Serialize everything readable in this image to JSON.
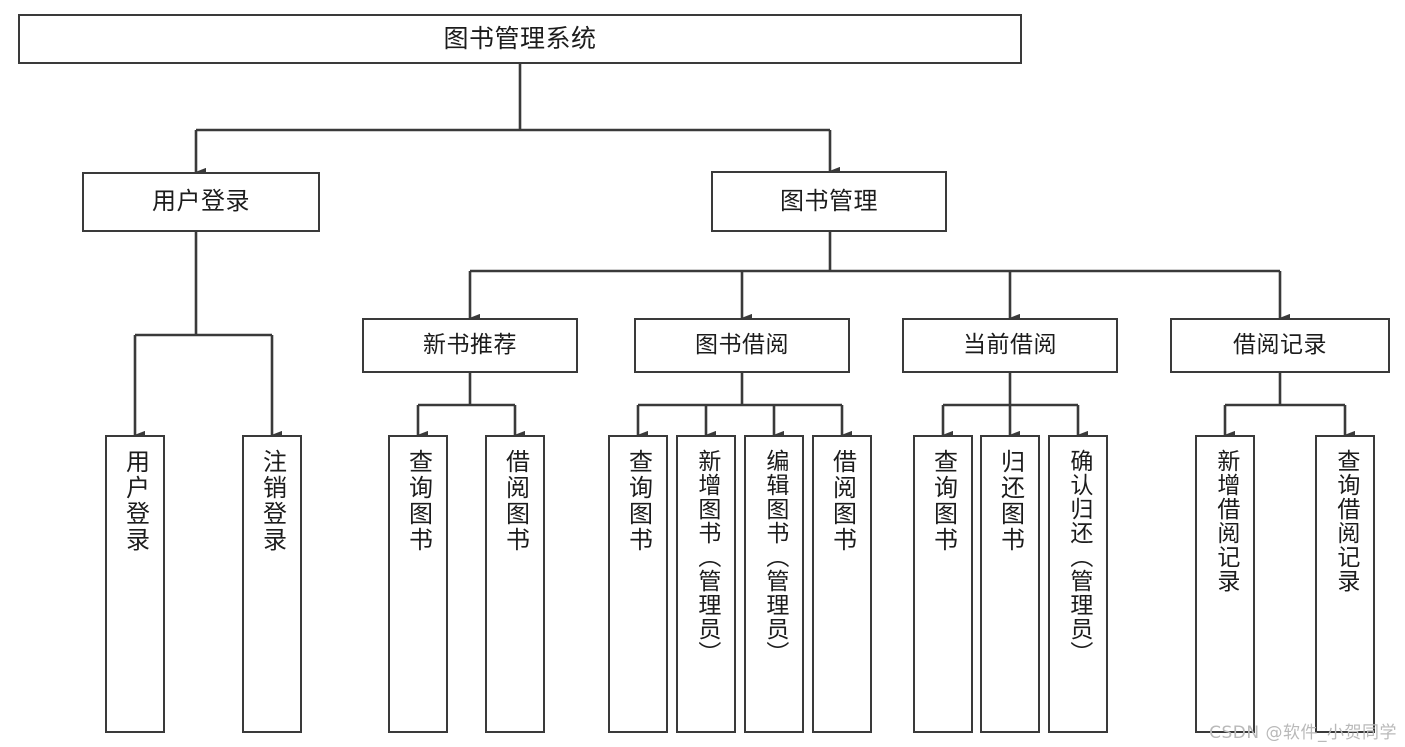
{
  "diagram": {
    "type": "tree",
    "title": "图书管理系统",
    "orientation": "top-down",
    "line_color": "#3a3a3a",
    "box_fill": "#ffffff",
    "text_color": "#1c1c1c",
    "nodes": {
      "root": {
        "label": "图书管理系统"
      },
      "l2_a": {
        "label": "用户登录"
      },
      "l2_b": {
        "label": "图书管理"
      },
      "l3_a": {
        "label": "新书推荐"
      },
      "l3_b": {
        "label": "图书借阅"
      },
      "l3_c": {
        "label": "当前借阅"
      },
      "l3_d": {
        "label": "借阅记录"
      },
      "leaf_a1": {
        "label": "用户登录"
      },
      "leaf_a2": {
        "label": "注销登录"
      },
      "leaf_b1": {
        "label": "查询图书"
      },
      "leaf_b2": {
        "label": "借阅图书"
      },
      "leaf_c1": {
        "label": "查询图书"
      },
      "leaf_c2": {
        "label": "新增图书（管理员）"
      },
      "leaf_c3": {
        "label": "编辑图书（管理员）"
      },
      "leaf_c4": {
        "label": "借阅图书"
      },
      "leaf_d1": {
        "label": "查询图书"
      },
      "leaf_d2": {
        "label": "归还图书"
      },
      "leaf_d3": {
        "label": "确认归还（管理员）"
      },
      "leaf_e1": {
        "label": "新增借阅记录"
      },
      "leaf_e2": {
        "label": "查询借阅记录"
      }
    }
  },
  "watermark": {
    "text": "CSDN @软件_小贺同学"
  }
}
